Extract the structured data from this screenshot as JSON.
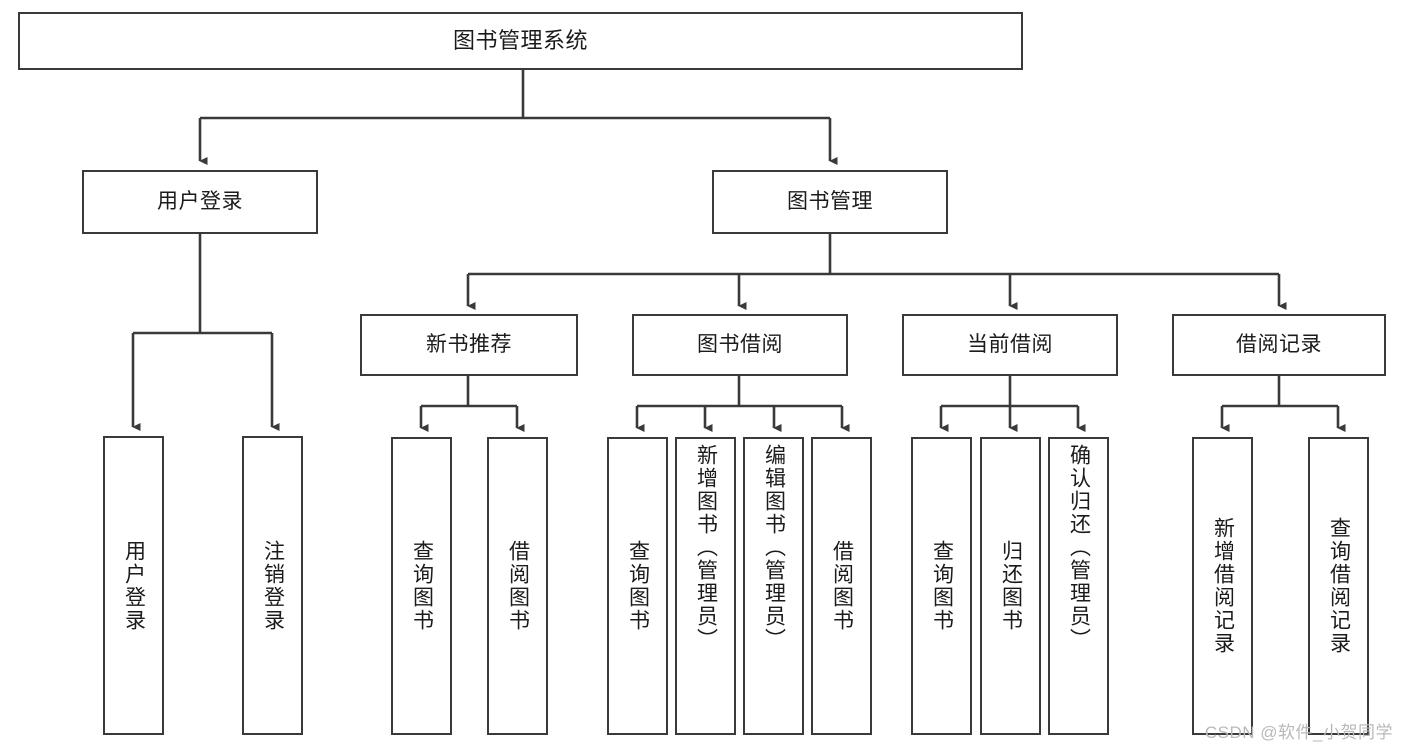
{
  "diagram": {
    "title": "图书管理系统",
    "type": "tree",
    "watermark": "CSDN @软件_小贺同学",
    "colors": {
      "stroke": "#3a3a3a",
      "fill": "#ffffff",
      "text": "#1b1b1b",
      "watermark": "#b9b9b9"
    }
  },
  "nodes": {
    "root": {
      "label": "图书管理系统",
      "orientation": "horizontal"
    },
    "level2": [
      {
        "label": "用户登录",
        "orientation": "horizontal"
      },
      {
        "label": "图书管理",
        "orientation": "horizontal"
      }
    ],
    "level3": [
      {
        "label": "新书推荐",
        "orientation": "horizontal"
      },
      {
        "label": "图书借阅",
        "orientation": "horizontal"
      },
      {
        "label": "当前借阅",
        "orientation": "horizontal"
      },
      {
        "label": "借阅记录",
        "orientation": "horizontal"
      }
    ],
    "leaves": {
      "user_login": [
        {
          "label": "用户登录",
          "orientation": "vertical"
        },
        {
          "label": "注销登录",
          "orientation": "vertical"
        }
      ],
      "new_book_recommend": [
        {
          "label": "查询图书",
          "orientation": "vertical"
        },
        {
          "label": "借阅图书",
          "orientation": "vertical"
        }
      ],
      "book_borrow": [
        {
          "label": "查询图书",
          "orientation": "vertical"
        },
        {
          "label": "新增图书（管理员）",
          "orientation": "vertical"
        },
        {
          "label": "编辑图书（管理员）",
          "orientation": "vertical"
        },
        {
          "label": "借阅图书",
          "orientation": "vertical"
        }
      ],
      "current_borrow": [
        {
          "label": "查询图书",
          "orientation": "vertical"
        },
        {
          "label": "归还图书",
          "orientation": "vertical"
        },
        {
          "label": "确认归还（管理员）",
          "orientation": "vertical"
        }
      ],
      "borrow_record": [
        {
          "label": "新增借阅记录",
          "orientation": "vertical"
        },
        {
          "label": "查询借阅记录",
          "orientation": "vertical"
        }
      ]
    }
  }
}
